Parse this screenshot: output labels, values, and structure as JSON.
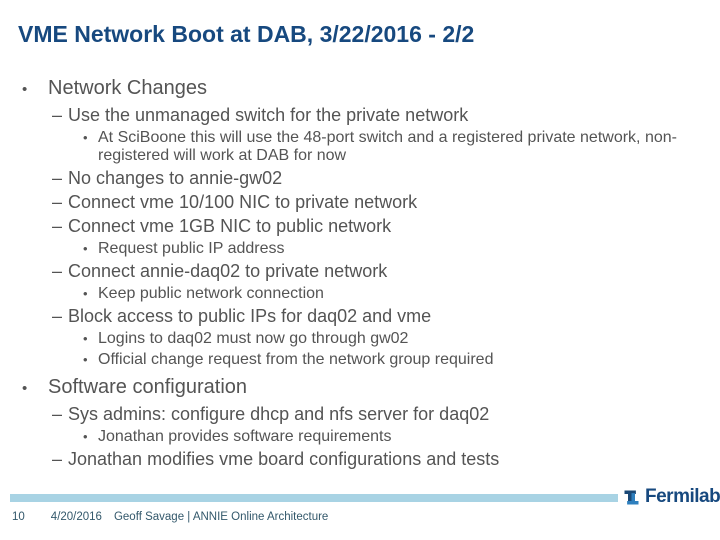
{
  "slide": {
    "title": "VME Network Boot at DAB, 3/22/2016 - 2/2",
    "bullets": [
      {
        "level": 1,
        "marker": "•",
        "text": "Network Changes"
      },
      {
        "level": 2,
        "marker": "–",
        "text": "Use the unmanaged switch for the private network"
      },
      {
        "level": 3,
        "marker": "•",
        "text": "At SciBoone this will use the 48-port switch and a registered private network, non-registered will work at DAB for now"
      },
      {
        "level": 2,
        "marker": "–",
        "text": "No changes to annie-gw02"
      },
      {
        "level": 2,
        "marker": "–",
        "text": "Connect vme 10/100 NIC to private network"
      },
      {
        "level": 2,
        "marker": "–",
        "text": "Connect vme 1GB NIC to public network"
      },
      {
        "level": 3,
        "marker": "•",
        "text": "Request public IP address"
      },
      {
        "level": 2,
        "marker": "–",
        "text": "Connect annie-daq02 to private network"
      },
      {
        "level": 3,
        "marker": "•",
        "text": "Keep public network connection"
      },
      {
        "level": 2,
        "marker": "–",
        "text": "Block access to public IPs for daq02 and vme"
      },
      {
        "level": 3,
        "marker": "•",
        "text": "Logins to daq02 must now go through gw02"
      },
      {
        "level": 3,
        "marker": "•",
        "text": "Official change request from the network group required"
      },
      {
        "level": 1,
        "marker": "•",
        "text": "Software configuration"
      },
      {
        "level": 2,
        "marker": "–",
        "text": "Sys admins: configure dhcp and nfs server for daq02"
      },
      {
        "level": 3,
        "marker": "•",
        "text": "Jonathan provides software requirements"
      },
      {
        "level": 2,
        "marker": "–",
        "text": "Jonathan modifies vme board configurations and tests"
      }
    ],
    "footer": {
      "page_number": "10",
      "date": "4/20/2016",
      "credit": "Geoff Savage | ANNIE Online Architecture",
      "logo_text": "Fermilab"
    },
    "colors": {
      "title_blue": "#17497F",
      "body_gray": "#545454",
      "footer_bar_blue": "#A8D3E4",
      "footer_text_teal": "#33586B",
      "logo_dark_blue": "#1A4876",
      "logo_light_blue": "#2E7FBE"
    }
  }
}
